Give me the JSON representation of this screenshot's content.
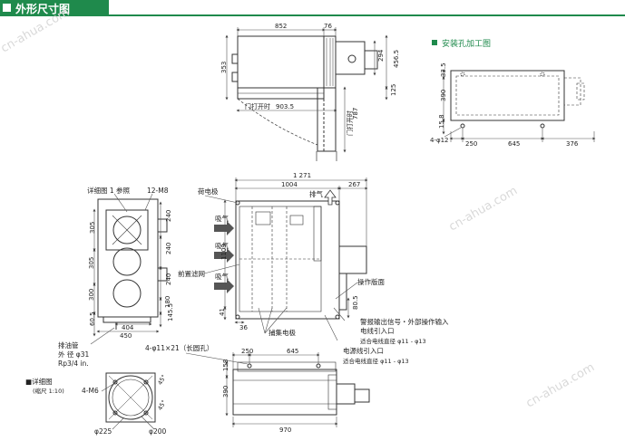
{
  "header": {
    "title": "外形尺寸图"
  },
  "colors": {
    "accent": "#1f8a4c",
    "line": "#333333",
    "dim_line": "#555555"
  },
  "install_hole": {
    "title": "安装孔加工图",
    "dims": {
      "d33_5": "33.5",
      "d390": "390",
      "d15_8": "15.8",
      "d4phi12": "4-φ12",
      "d250": "250",
      "d645": "645",
      "d376": "376"
    }
  },
  "top_view": {
    "dims": {
      "d852": "852",
      "d76": "76",
      "d294": "294",
      "d456_5": "456.5",
      "d353": "353",
      "d125": "125",
      "d787": "787"
    },
    "labels": {
      "door_open_h": "门打开时",
      "door_open_h_val": "903.5",
      "door_open_v": "门打开时"
    }
  },
  "side_view": {
    "labels": {
      "detail_ref": "详细图 1 参照",
      "m8": "12-M8",
      "drain": "排油管",
      "drain_od": "外 径 φ31",
      "drain_rp": "Rp3/4 in."
    },
    "dims": {
      "d305a": "305",
      "d305b": "305",
      "d300": "300",
      "d240a": "240",
      "d240b": "240",
      "d240c": "240",
      "d180": "180",
      "d60_5": "60.5",
      "d145_5": "145.5",
      "d404": "404",
      "d450": "450"
    }
  },
  "front_view": {
    "labels": {
      "charge_pole": "荷电极",
      "exhaust": "排气",
      "intake": "吸气",
      "pre_filter": "前置滤网",
      "operation_panel": "操作版面",
      "collect_pole": "捕集电极",
      "alarm_input": "警报输出信号・外部操作输入",
      "cable_inlet": "电线引入口",
      "cable_dia1": "适合电线直径 φ11 - φ13",
      "power_inlet": "电源线引入口",
      "cable_dia2": "适合电线直径 φ11 - φ13"
    },
    "dims": {
      "d1271": "1 271",
      "d1004": "1004",
      "d267": "267",
      "d1109": "1109",
      "d41": "41",
      "d36": "36",
      "d80_5": "80.5"
    }
  },
  "bottom_view": {
    "labels": {
      "slot": "4-φ11×21（长圆孔）"
    },
    "dims": {
      "d250": "250",
      "d645": "645",
      "d158": "158",
      "d390": "390",
      "d970": "970"
    }
  },
  "detail": {
    "title": "■详细图",
    "scale": "(缩尺 1:10)",
    "labels": {
      "m6": "4-M6",
      "deg45a": "45°",
      "deg45b": "45°",
      "phi225": "φ225",
      "phi200": "φ200"
    }
  },
  "watermark": {
    "text": "cn-ahua.com"
  }
}
